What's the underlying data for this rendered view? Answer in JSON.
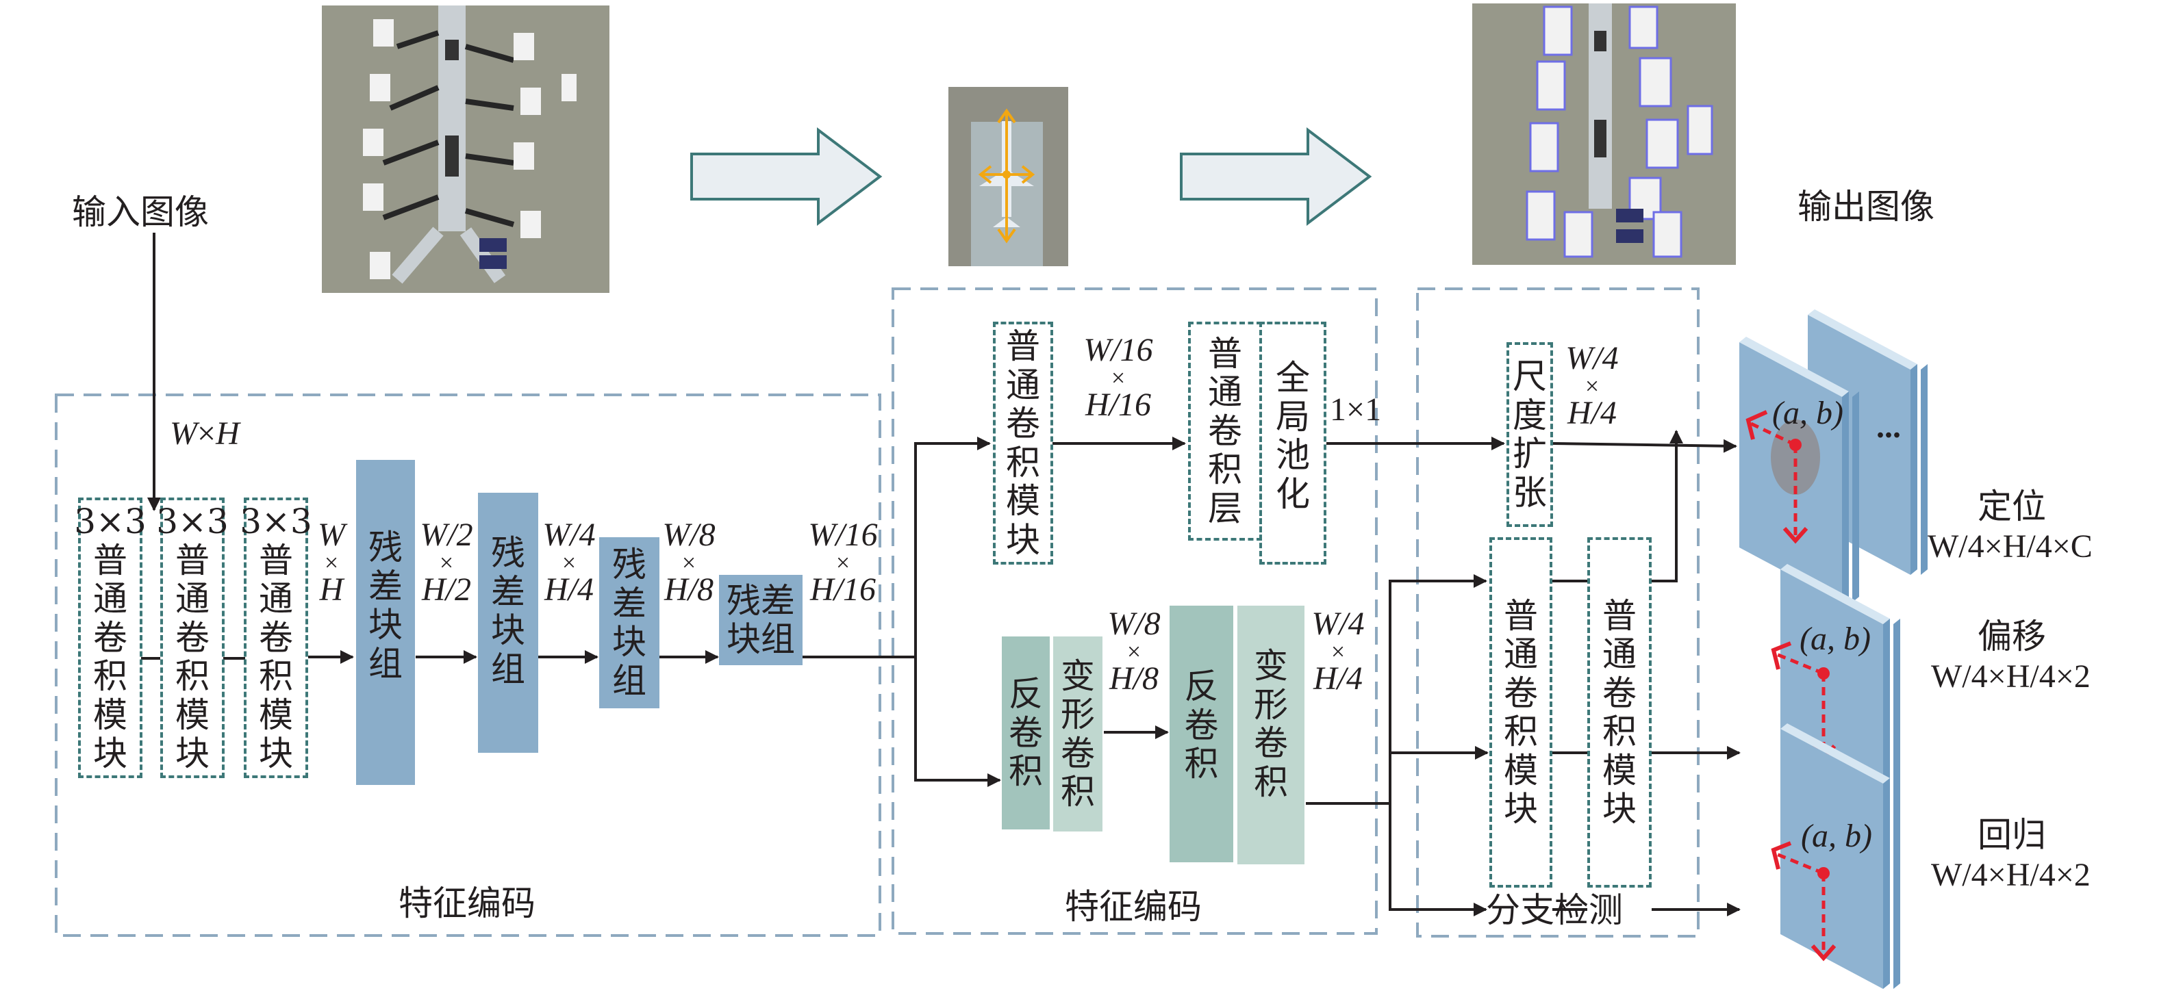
{
  "diagram": {
    "input_label": "输入图像",
    "output_label": "输出图像",
    "input_size": {
      "w": "W",
      "x": "×",
      "h": "H"
    },
    "encoder": {
      "title": "特征编码",
      "conv_blocks": [
        {
          "kernel": "3×3",
          "chars": [
            "普",
            "通",
            "卷",
            "积",
            "模",
            "块"
          ]
        },
        {
          "kernel": "3×3",
          "chars": [
            "普",
            "通",
            "卷",
            "积",
            "模",
            "块"
          ]
        },
        {
          "kernel": "3×3",
          "chars": [
            "普",
            "通",
            "卷",
            "积",
            "模",
            "块"
          ]
        }
      ],
      "stage_dims": [
        {
          "w": "W",
          "h": "H"
        },
        {
          "w": "W/2",
          "h": "H/2"
        },
        {
          "w": "W/4",
          "h": "H/4"
        },
        {
          "w": "W/8",
          "h": "H/8"
        },
        {
          "w": "W/16",
          "h": "H/16"
        }
      ],
      "residual_blocks": [
        {
          "chars": [
            "残",
            "差",
            "块",
            "组"
          ]
        },
        {
          "chars": [
            "残",
            "差",
            "块",
            "组"
          ]
        },
        {
          "chars": [
            "残",
            "差",
            "块",
            "组"
          ]
        },
        {
          "chars": [
            "残差",
            "块组"
          ]
        }
      ]
    },
    "decoder": {
      "title": "特征编码",
      "top_branch": {
        "conv_module": [
          "普",
          "通",
          "卷",
          "积",
          "模",
          "块"
        ],
        "dim": {
          "w": "W/16",
          "h": "H/16"
        },
        "conv_layer": [
          "普",
          "通",
          "卷",
          "积",
          "层"
        ],
        "global_pool": [
          "全",
          "局",
          "池",
          "化"
        ],
        "out_dim": "1×1"
      },
      "bottom_branch": {
        "deconv1": [
          "反",
          "卷",
          "积"
        ],
        "deform1": [
          "变",
          "形",
          "卷",
          "积"
        ],
        "dim1": {
          "w": "W/8",
          "h": "H/8"
        },
        "deconv2": [
          "反",
          "卷",
          "积"
        ],
        "deform2": [
          "变",
          "形",
          "卷",
          "积"
        ],
        "dim2": {
          "w": "W/4",
          "h": "H/4"
        }
      }
    },
    "branch_detect": {
      "title": "分支检测",
      "scale_expand": [
        "尺",
        "度",
        "扩",
        "张"
      ],
      "dim": {
        "w": "W/4",
        "h": "H/4"
      },
      "conv_module_1": [
        "普",
        "通",
        "卷",
        "积",
        "模",
        "块"
      ],
      "conv_module_2": [
        "普",
        "通",
        "卷",
        "积",
        "模",
        "块"
      ]
    },
    "heads": [
      {
        "name": "定位",
        "size": "W/4×H/4×C",
        "point": "(a, b)",
        "ellipsis": "..."
      },
      {
        "name": "偏移",
        "size": "W/4×H/4×2",
        "point": "(a, b)"
      },
      {
        "name": "回归",
        "size": "W/4×H/4×2",
        "point": "(a, b)"
      }
    ],
    "colors": {
      "residual": "#8aadc9",
      "deconv": "#a2c4bc",
      "deform": "#bfd7cf",
      "conv_border": "#3d7878",
      "group_border": "#8ea9bf",
      "block_arrow_fill": "#e9eef2",
      "block_arrow_stroke": "#3d7878",
      "keypoint": "#e5202e",
      "feature_map": "#8fb3d1",
      "orange_marker": "#f2a712"
    }
  }
}
